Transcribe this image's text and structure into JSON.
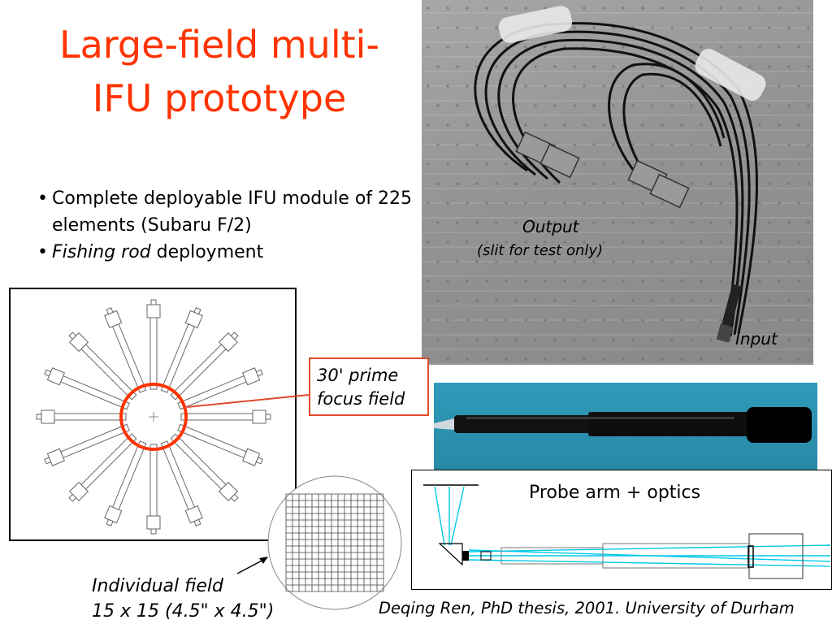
{
  "title": "Large-field multi-IFU prototype",
  "bullets": [
    {
      "text": "Complete deployable IFU module of 225 elements (Subaru F/2)"
    },
    {
      "italic": "Fishing rod",
      "text": " deployment"
    }
  ],
  "labels": {
    "output": "Output",
    "output_note": "(slit for test only)",
    "input": "Input",
    "field_callout_line1": "30' prime",
    "field_callout_line2": "focus field",
    "probe_title": "Probe arm + optics",
    "individual_field_line1": "Individual field",
    "individual_field_line2": "15 x 15 (4.5\" x 4.5\")",
    "credit": "Deqing Ren, PhD thesis, 2001. University of Durham"
  },
  "colors": {
    "title": "#ff3300",
    "callout_border": "#e04a2a",
    "beam": "#00c8e6"
  },
  "grid": {
    "rows": 15,
    "cols": 15
  },
  "deployment": {
    "arm_count": 16
  }
}
